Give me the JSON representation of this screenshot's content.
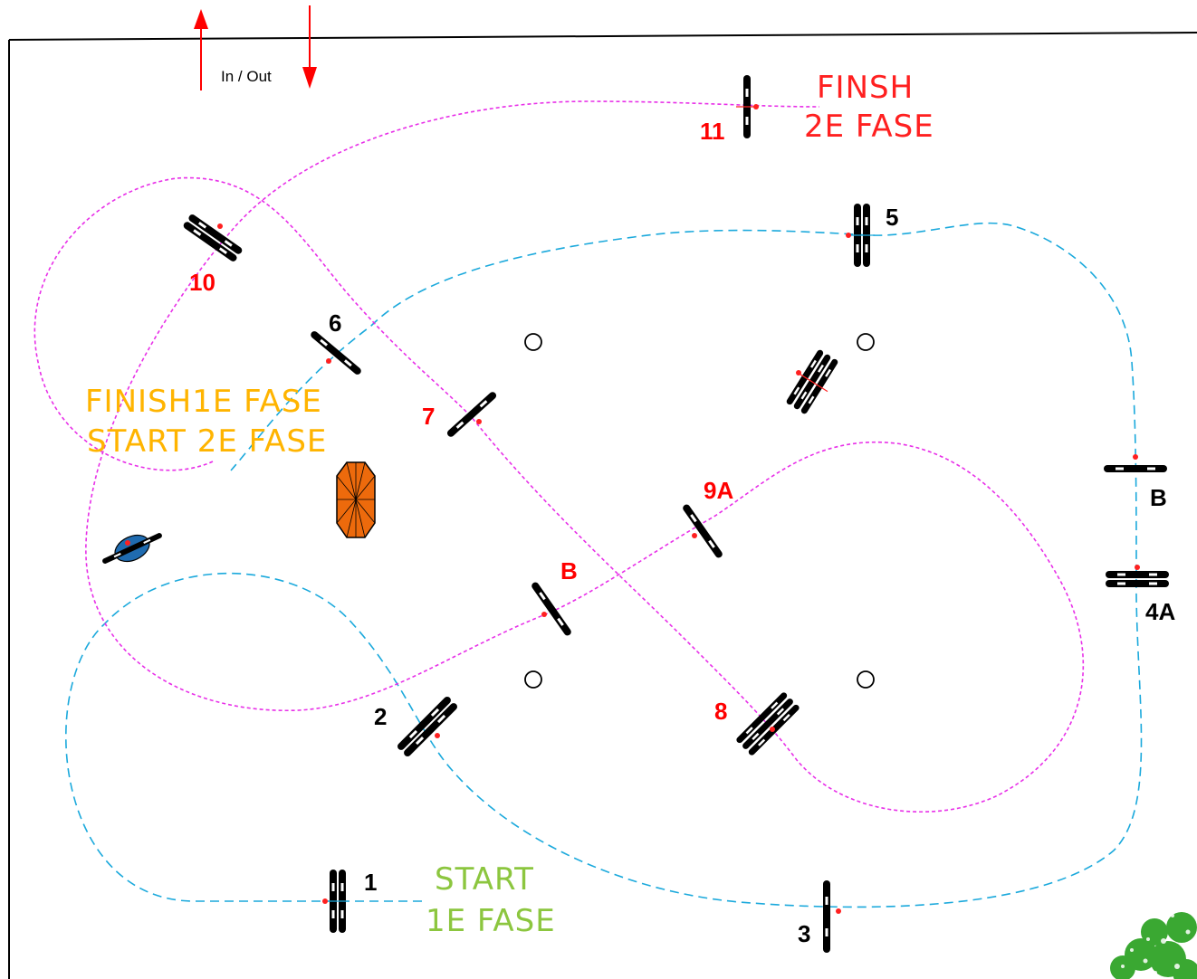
{
  "arena": {
    "entry_label": "In / Out"
  },
  "colors": {
    "phase1_route": "#1ba9dc",
    "phase2_route": "#e830e8",
    "obstacle": "#000000",
    "label_phase1": "#000000",
    "label_phase2": "#ff0000",
    "finish2_text": "#ff2020",
    "finish1_text": "#ffb400",
    "start1_text": "#8cc63f",
    "water_tray": "#ed6a0c",
    "liverpool": "#1f6bb0",
    "shrub": "#3aa832"
  },
  "phase1_labels": {
    "n1": "1",
    "n2": "2",
    "n3": "3",
    "n4a": "4A",
    "b": "B",
    "n5": "5",
    "n6": "6"
  },
  "phase2_labels": {
    "n7": "7",
    "n8": "8",
    "b": "B",
    "n9a": "9A",
    "n10": "10",
    "n11": "11"
  },
  "annotations": {
    "finish2_line1": "FINSH",
    "finish2_line2": "2E FASE",
    "finish1_line1": "FINISH1E FASE",
    "finish1_line2": "START 2E FASE",
    "start1_line1": "START",
    "start1_line2": "1E FASE"
  }
}
